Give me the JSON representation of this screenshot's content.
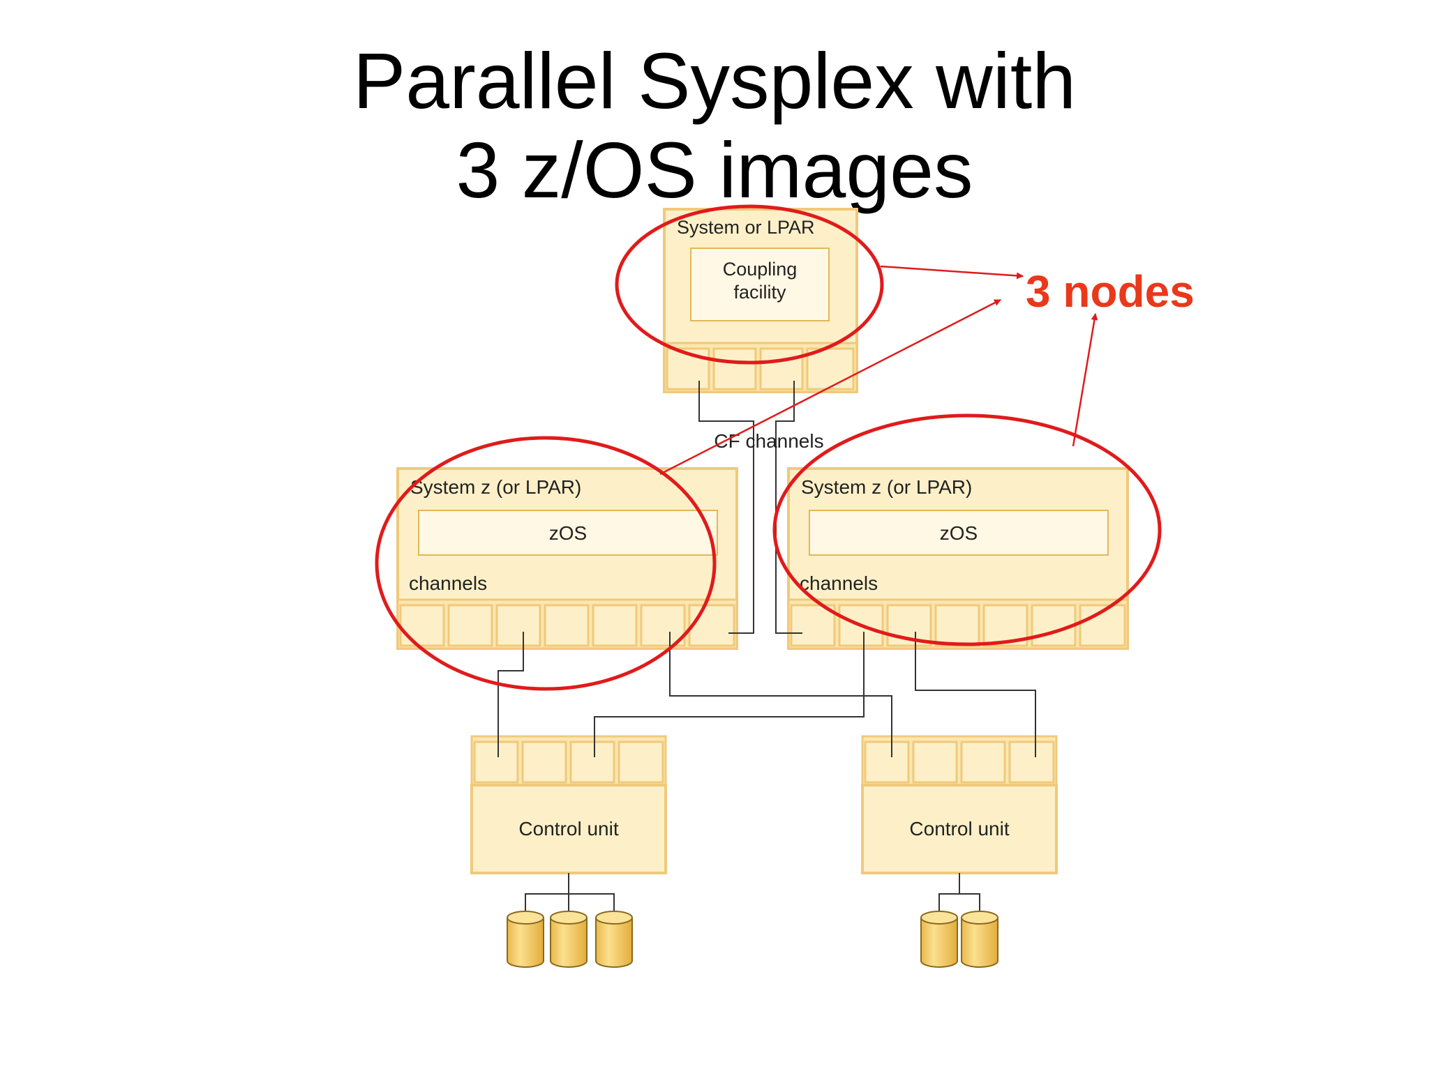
{
  "title": {
    "line1": "Parallel Sysplex with",
    "line2": "3 z/OS images"
  },
  "diagram": {
    "coupling_facility_system": {
      "label": "System or LPAR",
      "inner_label_line1": "Coupling",
      "inner_label_line2": "facility"
    },
    "cf_channels_label": "CF channels",
    "left_system": {
      "label": "System z (or LPAR)",
      "os_label": "zOS",
      "channels_label": "channels"
    },
    "right_system": {
      "label": "System z (or LPAR)",
      "os_label": "zOS",
      "channels_label": "channels"
    },
    "left_control_unit": {
      "label": "Control unit"
    },
    "right_control_unit": {
      "label": "Control unit"
    },
    "callout_label": "3 nodes",
    "colors": {
      "box_fill": "#fdf0c8",
      "box_border": "#f0c97a",
      "inner_border": "#e2b75a",
      "highlight_red": "#e01b1b",
      "callout_text": "#e8391b",
      "disk_fill": "#f5cd6a"
    }
  }
}
